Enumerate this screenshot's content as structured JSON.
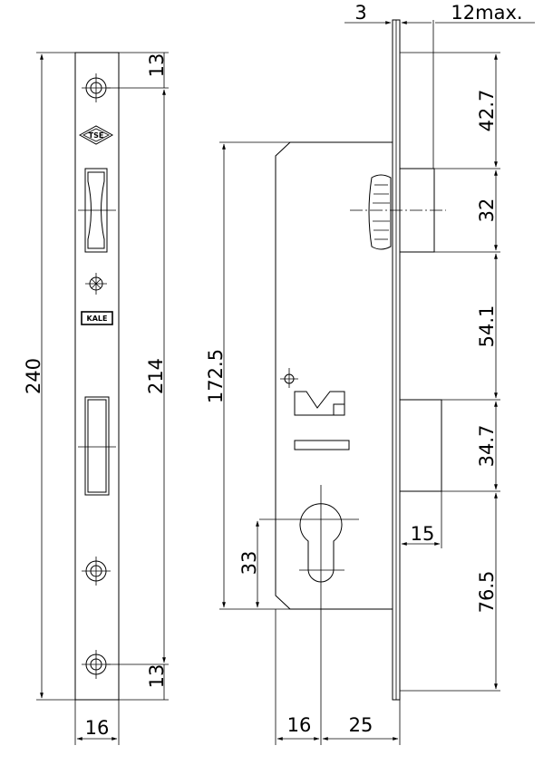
{
  "dimensions": {
    "faceplate_length": "240",
    "hole_spacing": "214",
    "top_hole_offset": "13",
    "bottom_hole_offset": "13",
    "faceplate_width": "16",
    "case_height": "172.5",
    "cylinder_offset": "33",
    "front_thickness": "3",
    "latch_projection": "12max.",
    "seg_42_7": "42.7",
    "seg_32": "32",
    "seg_54_1": "54.1",
    "seg_34_7": "34.7",
    "seg_76_5": "76.5",
    "bolt_projection": "15",
    "bottom_16": "16",
    "backset": "25"
  },
  "logos": {
    "tse": "TSE",
    "kale": "KALE"
  }
}
